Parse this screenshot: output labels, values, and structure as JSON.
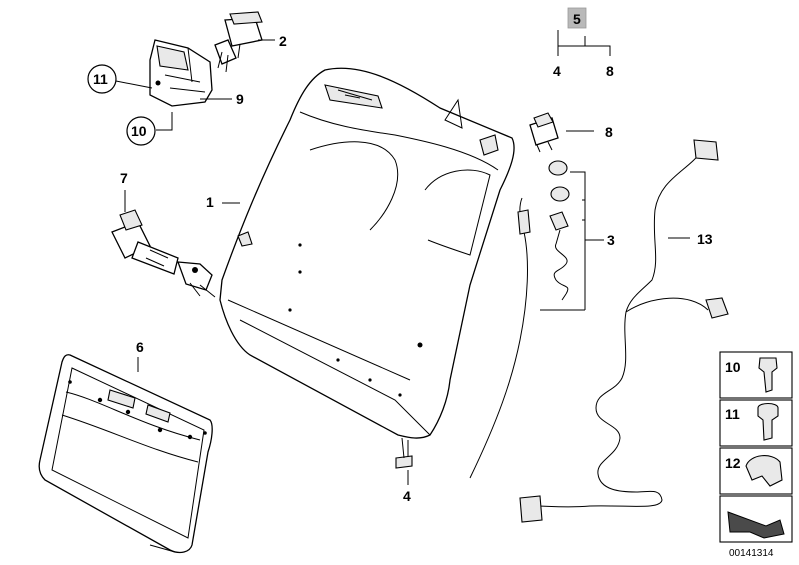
{
  "callouts": {
    "c1": "1",
    "c2": "2",
    "c3": "3",
    "c4_top": "4",
    "c4_bottom": "4",
    "c5": "5",
    "c6": "6",
    "c7": "7",
    "c8_top": "8",
    "c8_right": "8",
    "c9": "9",
    "c10": "10",
    "c11": "11",
    "c13": "13"
  },
  "legend": {
    "items": [
      {
        "label": "10"
      },
      {
        "label": "11"
      },
      {
        "label": "12"
      }
    ]
  },
  "catalog_number": "00141314"
}
